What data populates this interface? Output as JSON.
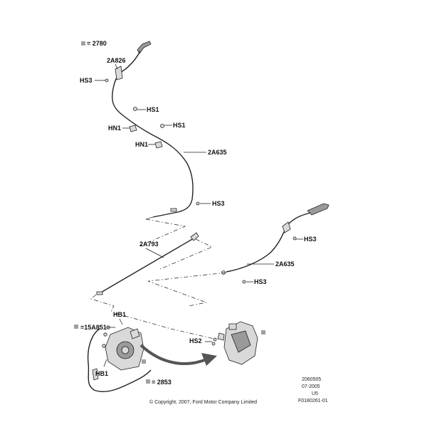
{
  "callouts": {
    "c2780": "2780",
    "c2A826": "2A826",
    "hs3_a": "HS3",
    "hs1_a": "HS1",
    "hn1_a": "HN1",
    "hs1_b": "HS1",
    "hn1_b": "HN1",
    "c2A635_a": "2A635",
    "hs3_b": "HS3",
    "c2A793": "2A793",
    "hs3_c": "HS3",
    "c2A635_b": "2A635",
    "hs3_d": "HS3",
    "hb1_a": "HB1",
    "c15A851": "15A851",
    "hs2": "HS2",
    "hb1_b": "HB1",
    "c2853": "2853"
  },
  "footer": {
    "copyright": "© Copyright, 2007, Ford Motor Company Limited",
    "code1": "2060505",
    "code2": "07-2005",
    "code3": "U5",
    "code4": "F0180261-01"
  },
  "colors": {
    "ink": "#222222",
    "part_fill": "#d9d9d9",
    "marker": "#a0a0a0",
    "arrow": "#555555"
  }
}
